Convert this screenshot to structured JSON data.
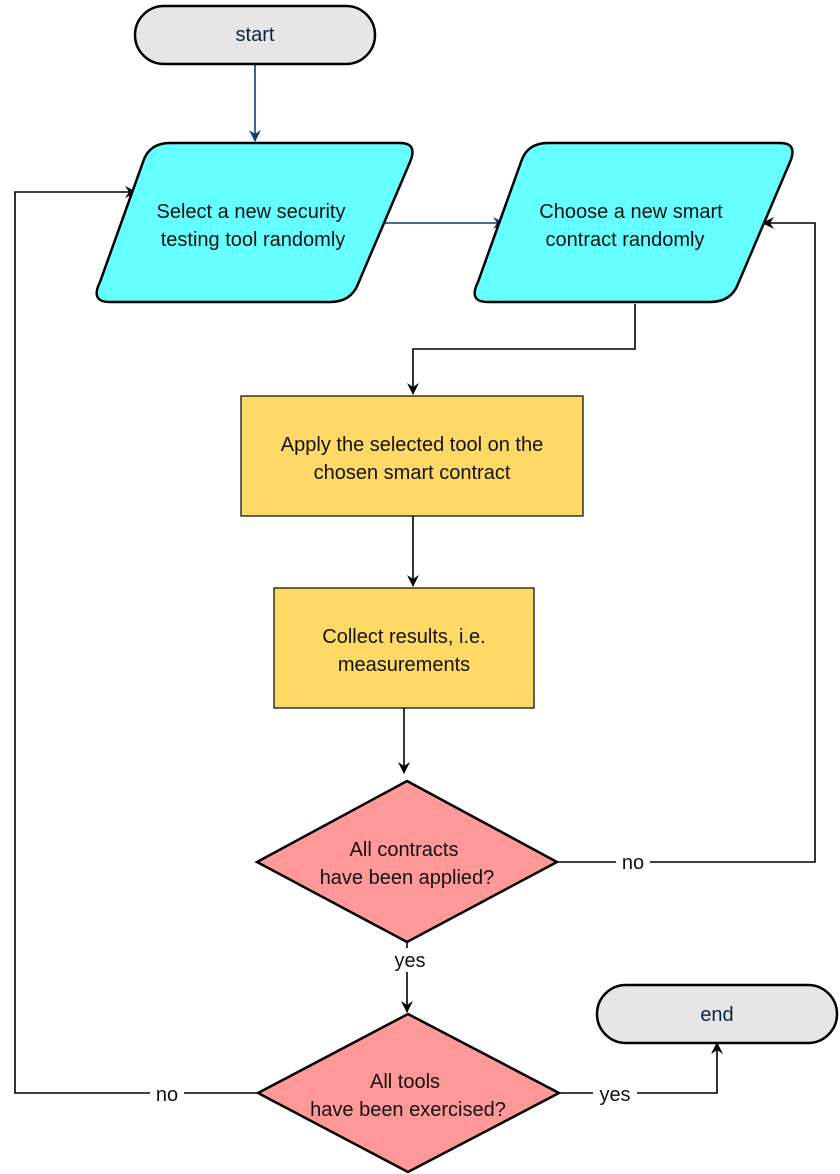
{
  "nodes": {
    "start": {
      "label": "start",
      "shape": "terminal",
      "fill": "#e6e6e6"
    },
    "select_tool": {
      "lines": [
        "Select a new security",
        "testing tool randomly"
      ],
      "shape": "parallelogram",
      "fill": "#66ffff"
    },
    "choose_contract": {
      "lines": [
        "Choose a new smart",
        "contract randomly"
      ],
      "shape": "parallelogram",
      "fill": "#66ffff"
    },
    "apply_tool": {
      "lines": [
        "Apply the selected tool on the",
        "chosen smart contract"
      ],
      "shape": "process",
      "fill": "#ffd966"
    },
    "collect_results": {
      "lines": [
        "Collect results, i.e.",
        "measurements"
      ],
      "shape": "process",
      "fill": "#ffd966"
    },
    "contracts_decision": {
      "lines": [
        "All contracts",
        "have been applied?"
      ],
      "shape": "decision",
      "fill": "#ff9999"
    },
    "tools_decision": {
      "lines": [
        "All tools",
        "have been exercised?"
      ],
      "shape": "decision",
      "fill": "#ff9999"
    },
    "end": {
      "label": "end",
      "shape": "terminal",
      "fill": "#e6e6e6"
    }
  },
  "edges": {
    "start_to_select": {
      "label": ""
    },
    "select_to_choose": {
      "label": ""
    },
    "choose_to_apply": {
      "label": ""
    },
    "apply_to_collect": {
      "label": ""
    },
    "collect_to_contracts": {
      "label": ""
    },
    "contracts_no": {
      "label": "no"
    },
    "contracts_yes": {
      "label": "yes"
    },
    "tools_no": {
      "label": "no"
    },
    "tools_yes": {
      "label": "yes"
    }
  },
  "colors": {
    "entry_edge": "#0b3d73",
    "edge": "#000000",
    "node_border": "#000000"
  }
}
